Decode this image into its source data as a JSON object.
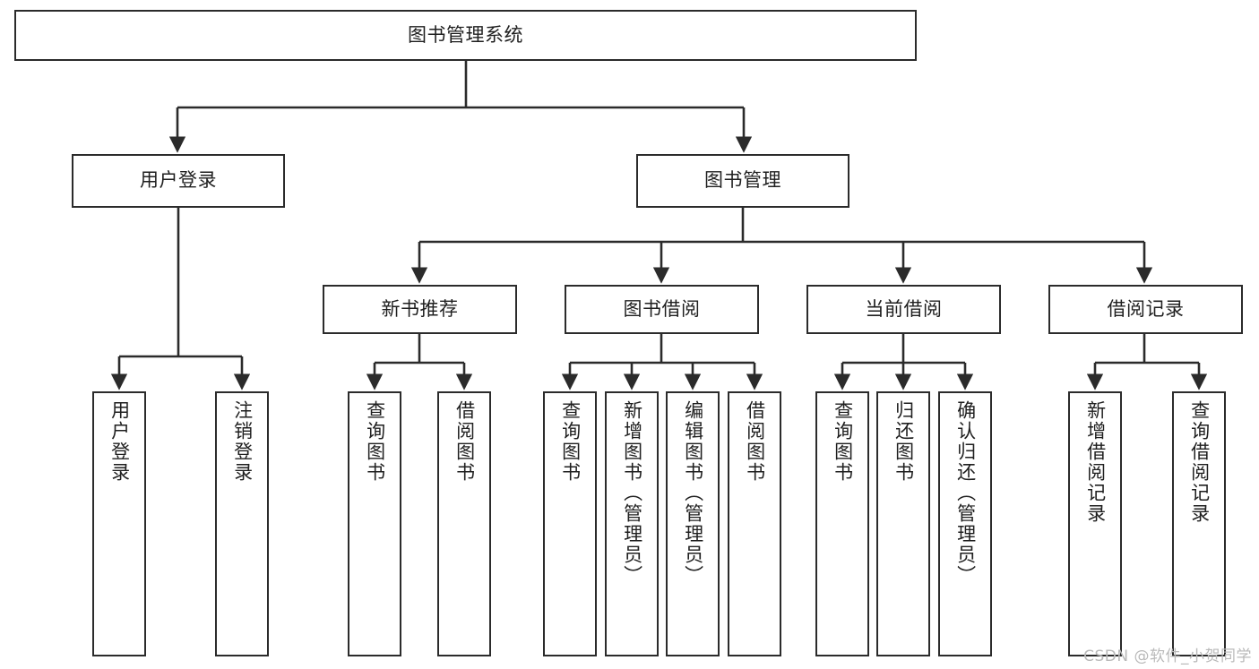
{
  "diagram": {
    "title": "图书管理系统",
    "type": "tree-hierarchy",
    "watermark": "CSDN @软件_小贺同学",
    "colors": {
      "stroke": "#2b2b2b",
      "fill": "#ffffff",
      "text": "#1f1f1f",
      "watermark": "#b9b9b9"
    }
  },
  "nodes": {
    "root": {
      "label": "图书管理系统",
      "level": 0,
      "orientation": "horizontal"
    },
    "level1": [
      {
        "id": "user-login",
        "label": "用户登录",
        "orientation": "horizontal"
      },
      {
        "id": "book-management",
        "label": "图书管理",
        "orientation": "horizontal"
      }
    ],
    "level2": [
      {
        "id": "new-book-recommend",
        "label": "新书推荐",
        "orientation": "horizontal",
        "parent": "book-management"
      },
      {
        "id": "book-borrow",
        "label": "图书借阅",
        "orientation": "horizontal",
        "parent": "book-management"
      },
      {
        "id": "current-borrow",
        "label": "当前借阅",
        "orientation": "horizontal",
        "parent": "book-management"
      },
      {
        "id": "borrow-record",
        "label": "借阅记录",
        "orientation": "horizontal",
        "parent": "book-management"
      }
    ],
    "leaves": [
      {
        "id": "leaf-user-login",
        "label": "用户登录",
        "parent": "user-login"
      },
      {
        "id": "leaf-logout",
        "label": "注销登录",
        "parent": "user-login"
      },
      {
        "id": "leaf-query-book-1",
        "label": "查询图书",
        "parent": "new-book-recommend"
      },
      {
        "id": "leaf-borrow-book-1",
        "label": "借阅图书",
        "parent": "new-book-recommend"
      },
      {
        "id": "leaf-query-book-2",
        "label": "查询图书",
        "parent": "book-borrow"
      },
      {
        "id": "leaf-add-book",
        "label": "新增图书（管理员）",
        "parent": "book-borrow"
      },
      {
        "id": "leaf-edit-book",
        "label": "编辑图书（管理员）",
        "parent": "book-borrow"
      },
      {
        "id": "leaf-borrow-book-2",
        "label": "借阅图书",
        "parent": "book-borrow"
      },
      {
        "id": "leaf-query-book-3",
        "label": "查询图书",
        "parent": "current-borrow"
      },
      {
        "id": "leaf-return-book",
        "label": "归还图书",
        "parent": "current-borrow"
      },
      {
        "id": "leaf-confirm-return",
        "label": "确认归还（管理员）",
        "parent": "current-borrow"
      },
      {
        "id": "leaf-add-record",
        "label": "新增借阅记录",
        "parent": "borrow-record"
      },
      {
        "id": "leaf-query-record",
        "label": "查询借阅记录",
        "parent": "borrow-record"
      }
    ]
  },
  "chart_data": {
    "type": "tree",
    "title": "图书管理系统",
    "edges": [
      [
        "图书管理系统",
        "用户登录"
      ],
      [
        "图书管理系统",
        "图书管理"
      ],
      [
        "用户登录",
        "用户登录"
      ],
      [
        "用户登录",
        "注销登录"
      ],
      [
        "图书管理",
        "新书推荐"
      ],
      [
        "图书管理",
        "图书借阅"
      ],
      [
        "图书管理",
        "当前借阅"
      ],
      [
        "图书管理",
        "借阅记录"
      ],
      [
        "新书推荐",
        "查询图书"
      ],
      [
        "新书推荐",
        "借阅图书"
      ],
      [
        "图书借阅",
        "查询图书"
      ],
      [
        "图书借阅",
        "新增图书（管理员）"
      ],
      [
        "图书借阅",
        "编辑图书（管理员）"
      ],
      [
        "图书借阅",
        "借阅图书"
      ],
      [
        "当前借阅",
        "查询图书"
      ],
      [
        "当前借阅",
        "归还图书"
      ],
      [
        "当前借阅",
        "确认归还（管理员）"
      ],
      [
        "借阅记录",
        "新增借阅记录"
      ],
      [
        "借阅记录",
        "查询借阅记录"
      ]
    ]
  }
}
